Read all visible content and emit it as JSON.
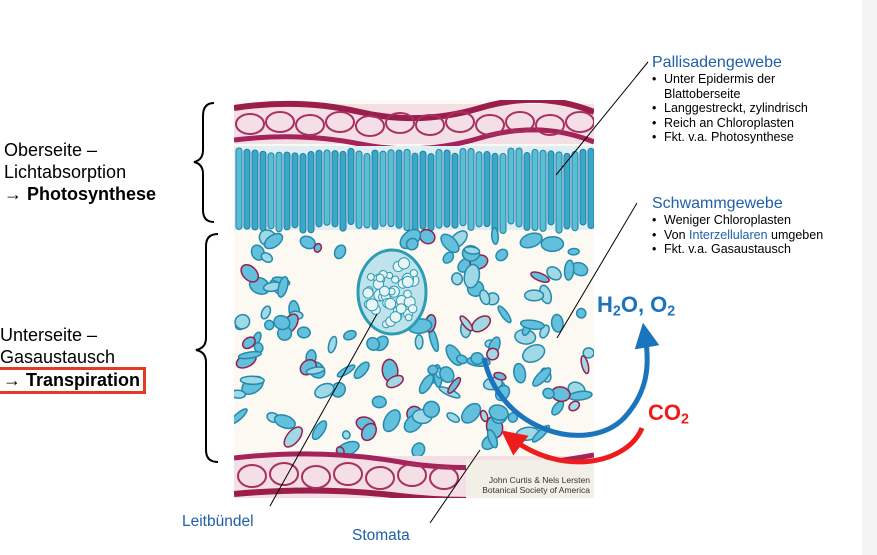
{
  "oberseite": {
    "line1": "Oberseite –",
    "line2": "Lichtabsorption",
    "arrow": "→ ",
    "bold": "Photosynthese"
  },
  "unterseite": {
    "line1": "Unterseite –",
    "line2": "Gasaustausch",
    "arrow": "→ ",
    "bold": "Transpiration"
  },
  "pallisade": {
    "title": "Pallisadengewebe",
    "items": [
      "Unter Epidermis der",
      "Blattoberseite",
      "Langgestreckt, zylindrisch",
      "Reich an Chloroplasten",
      "Fkt. v.a. Photosynthese"
    ]
  },
  "schwamm": {
    "title": "Schwammgewebe",
    "item1": "Weniger Chloroplasten",
    "item2_pre": "Von ",
    "item2_link": "Interzellularen",
    "item2_post": " umgeben",
    "item3": "Fkt. v.a. Gasaustausch"
  },
  "gases": {
    "h2o_a": "H",
    "h2o_sub": "2",
    "h2o_b": "O, O",
    "o2_sub": "2",
    "co2_a": "CO",
    "co2_sub": "2"
  },
  "labels": {
    "leitbuendel": "Leitbündel",
    "stomata": "Stomata"
  },
  "credit": {
    "line1": "John Curtis & Nels Lersten",
    "line2": "Botanical Society of America"
  },
  "colors": {
    "blue": "#1f5fa8",
    "red": "#ee1c1c",
    "arrowBlue": "#1b75bc"
  }
}
